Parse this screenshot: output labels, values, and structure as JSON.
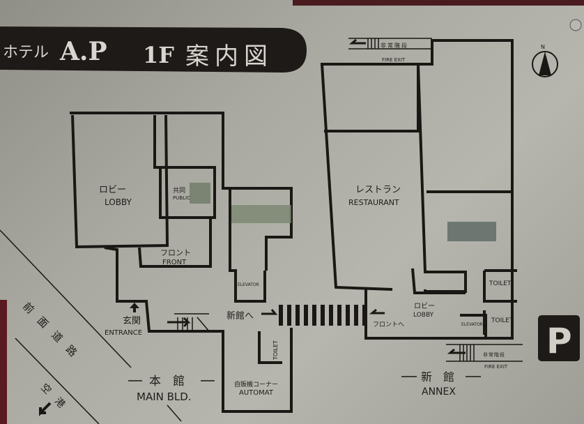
{
  "title": {
    "hotel": "ホテル",
    "name": "A.P",
    "floor": "1F",
    "guide": "案内図"
  },
  "main_building": {
    "lobby_ja": "ロビー",
    "lobby_en": "LOBBY",
    "public_ja": "共同",
    "public_en": "PUBLIC",
    "front_ja": "フロント",
    "front_en": "FRONT",
    "elevator": "ELEVATOR",
    "entrance_ja": "玄関",
    "entrance_en": "ENTRANCE",
    "to_annex": "新館へ",
    "toilet": "TOILET",
    "automat_ja": "自販機コーナー",
    "automat_en": "AUTOMAT",
    "name_ja": "本　館",
    "name_en": "MAIN BLD."
  },
  "annex": {
    "fire_exit_top_ja": "非常階段",
    "fire_exit_top_en": "FIRE EXIT",
    "restaurant_ja": "レストラン",
    "restaurant_en": "RESTAURANT",
    "lobby_ja": "ロビー",
    "lobby_en": "LOBBY",
    "to_front": "フロントへ",
    "elevator": "ELEVATOR",
    "toilet_1": "TOILET",
    "toilet_2": "TOILET",
    "fire_exit_bottom_ja": "非常階段",
    "fire_exit_bottom_en": "FIRE EXIT",
    "name_ja": "新　館",
    "name_en": "ANNEX"
  },
  "road": {
    "front_road": "前面道路",
    "airport": "空港"
  },
  "parking": "P",
  "compass": "N"
}
